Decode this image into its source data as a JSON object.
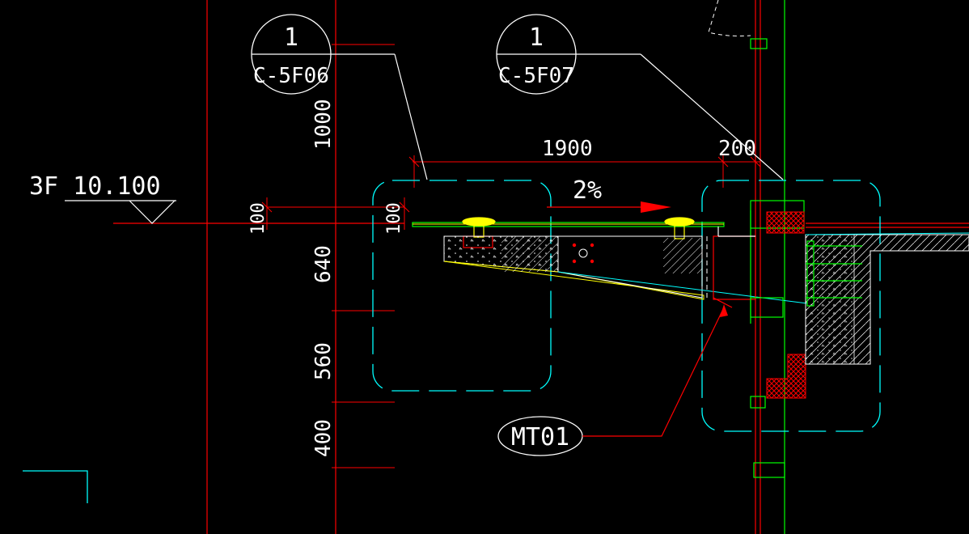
{
  "colors": {
    "background": "#000000",
    "grid_red": "#ff0000",
    "dash_cyan": "#00ffff",
    "green": "#00ff00",
    "yellow": "#ffff00",
    "white": "#ffffff",
    "hatch_red": "#ff0000"
  },
  "callouts": {
    "left": {
      "number": "1",
      "sheet": "C-5F06"
    },
    "right": {
      "number": "1",
      "sheet": "C-5F07"
    }
  },
  "level": {
    "label": "3F 10.100"
  },
  "dimensions": {
    "top_1900": "1900",
    "top_200": "200",
    "slope": "2%",
    "left_100": "100",
    "mid_100": "100",
    "v_1000": "1000",
    "v_640": "640",
    "v_560": "560",
    "v_400": "400"
  },
  "material_tag": {
    "label": "MT01"
  }
}
